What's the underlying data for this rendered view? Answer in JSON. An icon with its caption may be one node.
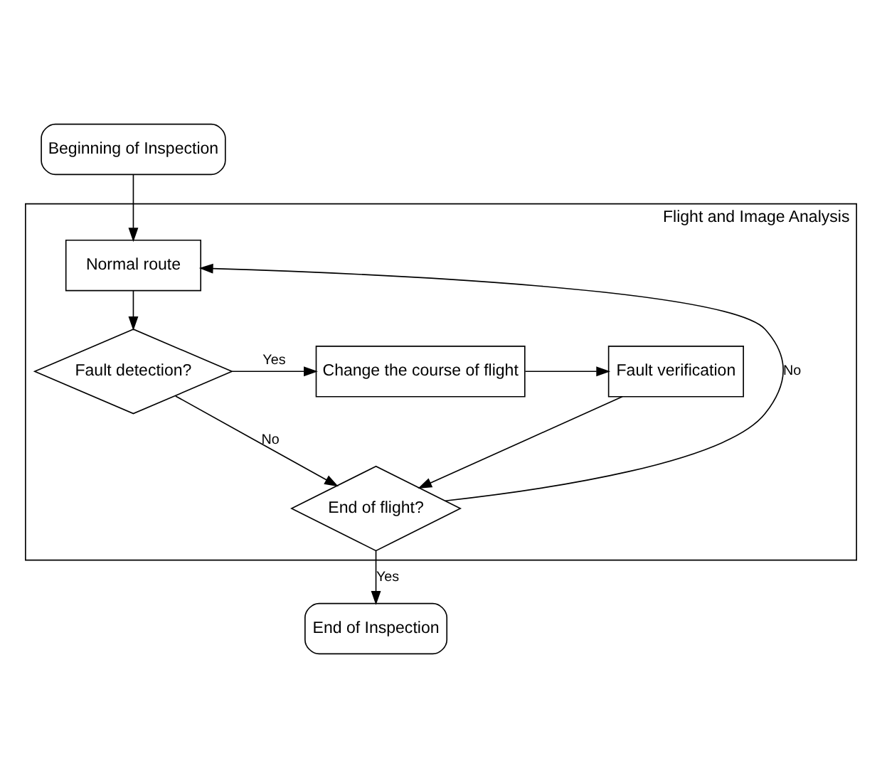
{
  "diagram": {
    "nodes": [
      {
        "text": [
          "Beginning of Inspection"
        ]
      },
      {
        "text": [
          "Flight and Image Analysis"
        ]
      },
      {
        "text": [
          "Normal route"
        ],
        "in": 1
      },
      {
        "text": [
          "Fault detection?"
        ],
        "in": 1
      },
      {
        "text": [
          "Change the course of flight"
        ],
        "in": 1
      },
      {
        "text": [
          "Fault verification"
        ],
        "in": 1
      },
      {
        "text": [
          "End of flight?"
        ],
        "in": 1
      },
      {
        "text": [
          "End of Inspection"
        ]
      }
    ],
    "edges": [
      {
        "from": 0,
        "to": 2,
        "arrow": "to"
      },
      {
        "from": 2,
        "to": 3,
        "arrow": "to"
      },
      {
        "from": 3,
        "to": 4,
        "arrow": "to",
        "label": "Yes"
      },
      {
        "from": 4,
        "to": 5,
        "arrow": "to"
      },
      {
        "from": 5,
        "to": 6,
        "arrow": "to"
      },
      {
        "from": 3,
        "to": 6,
        "arrow": "to",
        "label": "No"
      },
      {
        "from": 6,
        "to": 2,
        "arrow": "to",
        "label": "No"
      },
      {
        "from": 6,
        "to": 7,
        "arrow": "to",
        "label": "Yes"
      }
    ]
  }
}
